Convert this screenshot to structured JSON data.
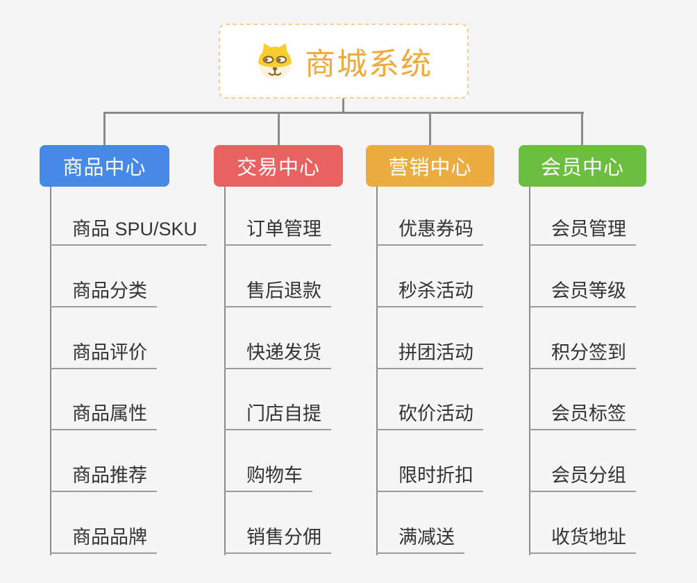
{
  "root": {
    "label": "商城系统",
    "icon": "dog-face-icon"
  },
  "branches": [
    {
      "label": "商品中心",
      "color": "#4789E6",
      "children": [
        "商品 SPU/SKU",
        "商品分类",
        "商品评价",
        "商品属性",
        "商品推荐",
        "商品品牌"
      ]
    },
    {
      "label": "交易中心",
      "color": "#E96262",
      "children": [
        "订单管理",
        "售后退款",
        "快递发货",
        "门店自提",
        "购物车",
        "销售分佣"
      ]
    },
    {
      "label": "营销中心",
      "color": "#EBAC41",
      "children": [
        "优惠券码",
        "秒杀活动",
        "拼团活动",
        "砍价活动",
        "限时折扣",
        "满减送"
      ]
    },
    {
      "label": "会员中心",
      "color": "#6CBE41",
      "children": [
        "会员管理",
        "会员等级",
        "积分签到",
        "会员标签",
        "会员分组",
        "收货地址"
      ]
    }
  ],
  "colors": {
    "background": "#F5F5F5",
    "connector": "#8A8A8A",
    "underline": "#9B9B9B",
    "root_text": "#F2A93C",
    "root_border": "#F6CE8F",
    "leaf_text": "#333333"
  }
}
